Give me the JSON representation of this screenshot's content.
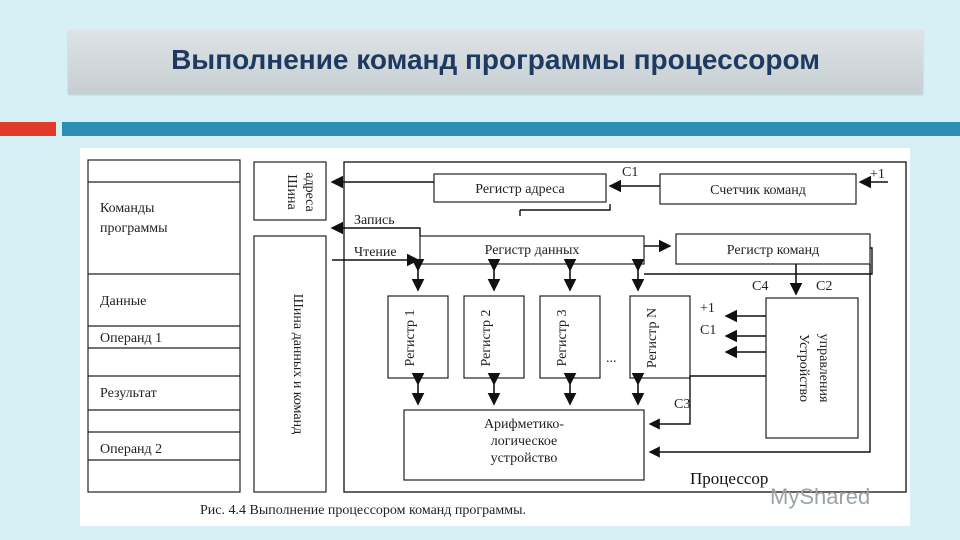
{
  "title": "Выполнение команд программы процессором",
  "memory": {
    "commands": [
      "Команды",
      "программы"
    ],
    "data": "Данные",
    "operand1": "Операнд 1",
    "result": "Результат",
    "operand2": "Операнд 2"
  },
  "bus": {
    "address": [
      "Шина",
      "адреса"
    ],
    "data_cmd": "Шина данных и команд"
  },
  "registers": {
    "address": "Регистр адреса",
    "counter": "Счетчик команд",
    "data": "Регистр данных",
    "command": "Регистр команд",
    "r1": "Регистр 1",
    "r2": "Регистр 2",
    "r3": "Регистр 3",
    "rn": "Регистр N",
    "dots": "..."
  },
  "signals": {
    "write": "Запись",
    "read": "Чтение",
    "c1_top": "C1",
    "plus1_top": "+1",
    "c4": "C4",
    "c2": "C2",
    "plus1": "+1",
    "c1": "C1",
    "c3": "C3"
  },
  "alu": [
    "Арифметико-",
    "логическое",
    "устройство"
  ],
  "control": [
    "Устройство",
    "управления"
  ],
  "processor": "Процессор",
  "caption": "Рис. 4.4 Выполнение процессором команд программы.",
  "watermark": "MyShared"
}
